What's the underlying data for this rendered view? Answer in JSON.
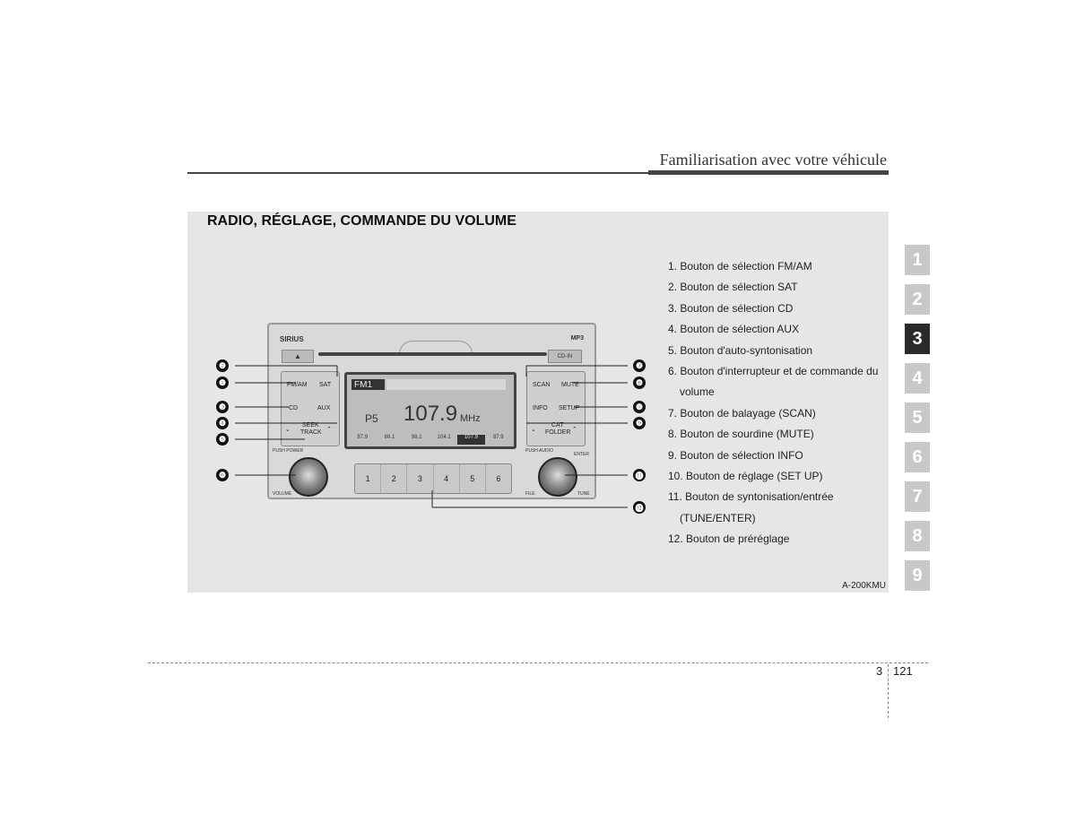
{
  "header": {
    "title": "Familiarisation avec votre véhicule"
  },
  "section": {
    "title": "RADIO, RÉGLAGE, COMMANDE DU VOLUME",
    "ref_code": "A-200KMU"
  },
  "legend": [
    "1. Bouton de sélection FM/AM",
    "2. Bouton de sélection SAT",
    "3. Bouton de sélection CD",
    "4. Bouton de sélection AUX",
    "5. Bouton d'auto-syntonisation",
    "6. Bouton d'interrupteur et de commande du",
    "volume",
    "7. Bouton de balayage (SCAN)",
    "8. Bouton de sourdine (MUTE)",
    "9. Bouton de sélection INFO",
    "10. Bouton de réglage (SET UP)",
    "11. Bouton de syntonisation/entrée",
    "(TUNE/ENTER)",
    "12. Bouton de préréglage"
  ],
  "chapter_tabs": [
    "1",
    "2",
    "3",
    "4",
    "5",
    "6",
    "7",
    "8",
    "9"
  ],
  "active_tab": "3",
  "radio": {
    "logo": "SIRIUS",
    "mp3": "MP3",
    "eject": "▲",
    "cd_in": "CD-IN",
    "buttons": {
      "fmam": "FM/AM",
      "sat": "SAT",
      "cd": "CD",
      "aux": "AUX",
      "seek": "SEEK",
      "track": "TRACK",
      "scan": "SCAN",
      "mute": "MUTE",
      "info": "INFO",
      "setup": "SETUP",
      "cat": "CAT",
      "folder": "FOLDER"
    },
    "display": {
      "band": "FM1",
      "preset": "P5",
      "frequency": "107.9",
      "unit": "MHz",
      "preset_freqs": [
        "87.9",
        "88.1",
        "98.1",
        "104.1",
        "107.9",
        "87.9"
      ]
    },
    "labels": {
      "push_power": "PUSH POWER",
      "volume": "VOLUME",
      "push_audio": "PUSH AUDIO",
      "enter": "ENTER",
      "file": "FILE",
      "tune": "TUNE"
    },
    "presets": [
      "1",
      "2",
      "3",
      "4",
      "5",
      "6"
    ]
  },
  "callouts": [
    "❶",
    "❷",
    "❸",
    "❹",
    "❺",
    "❻",
    "❼",
    "❽",
    "❾",
    "❿",
    "⓫",
    "⓬"
  ],
  "footer": {
    "chapter": "3",
    "page": "121"
  }
}
